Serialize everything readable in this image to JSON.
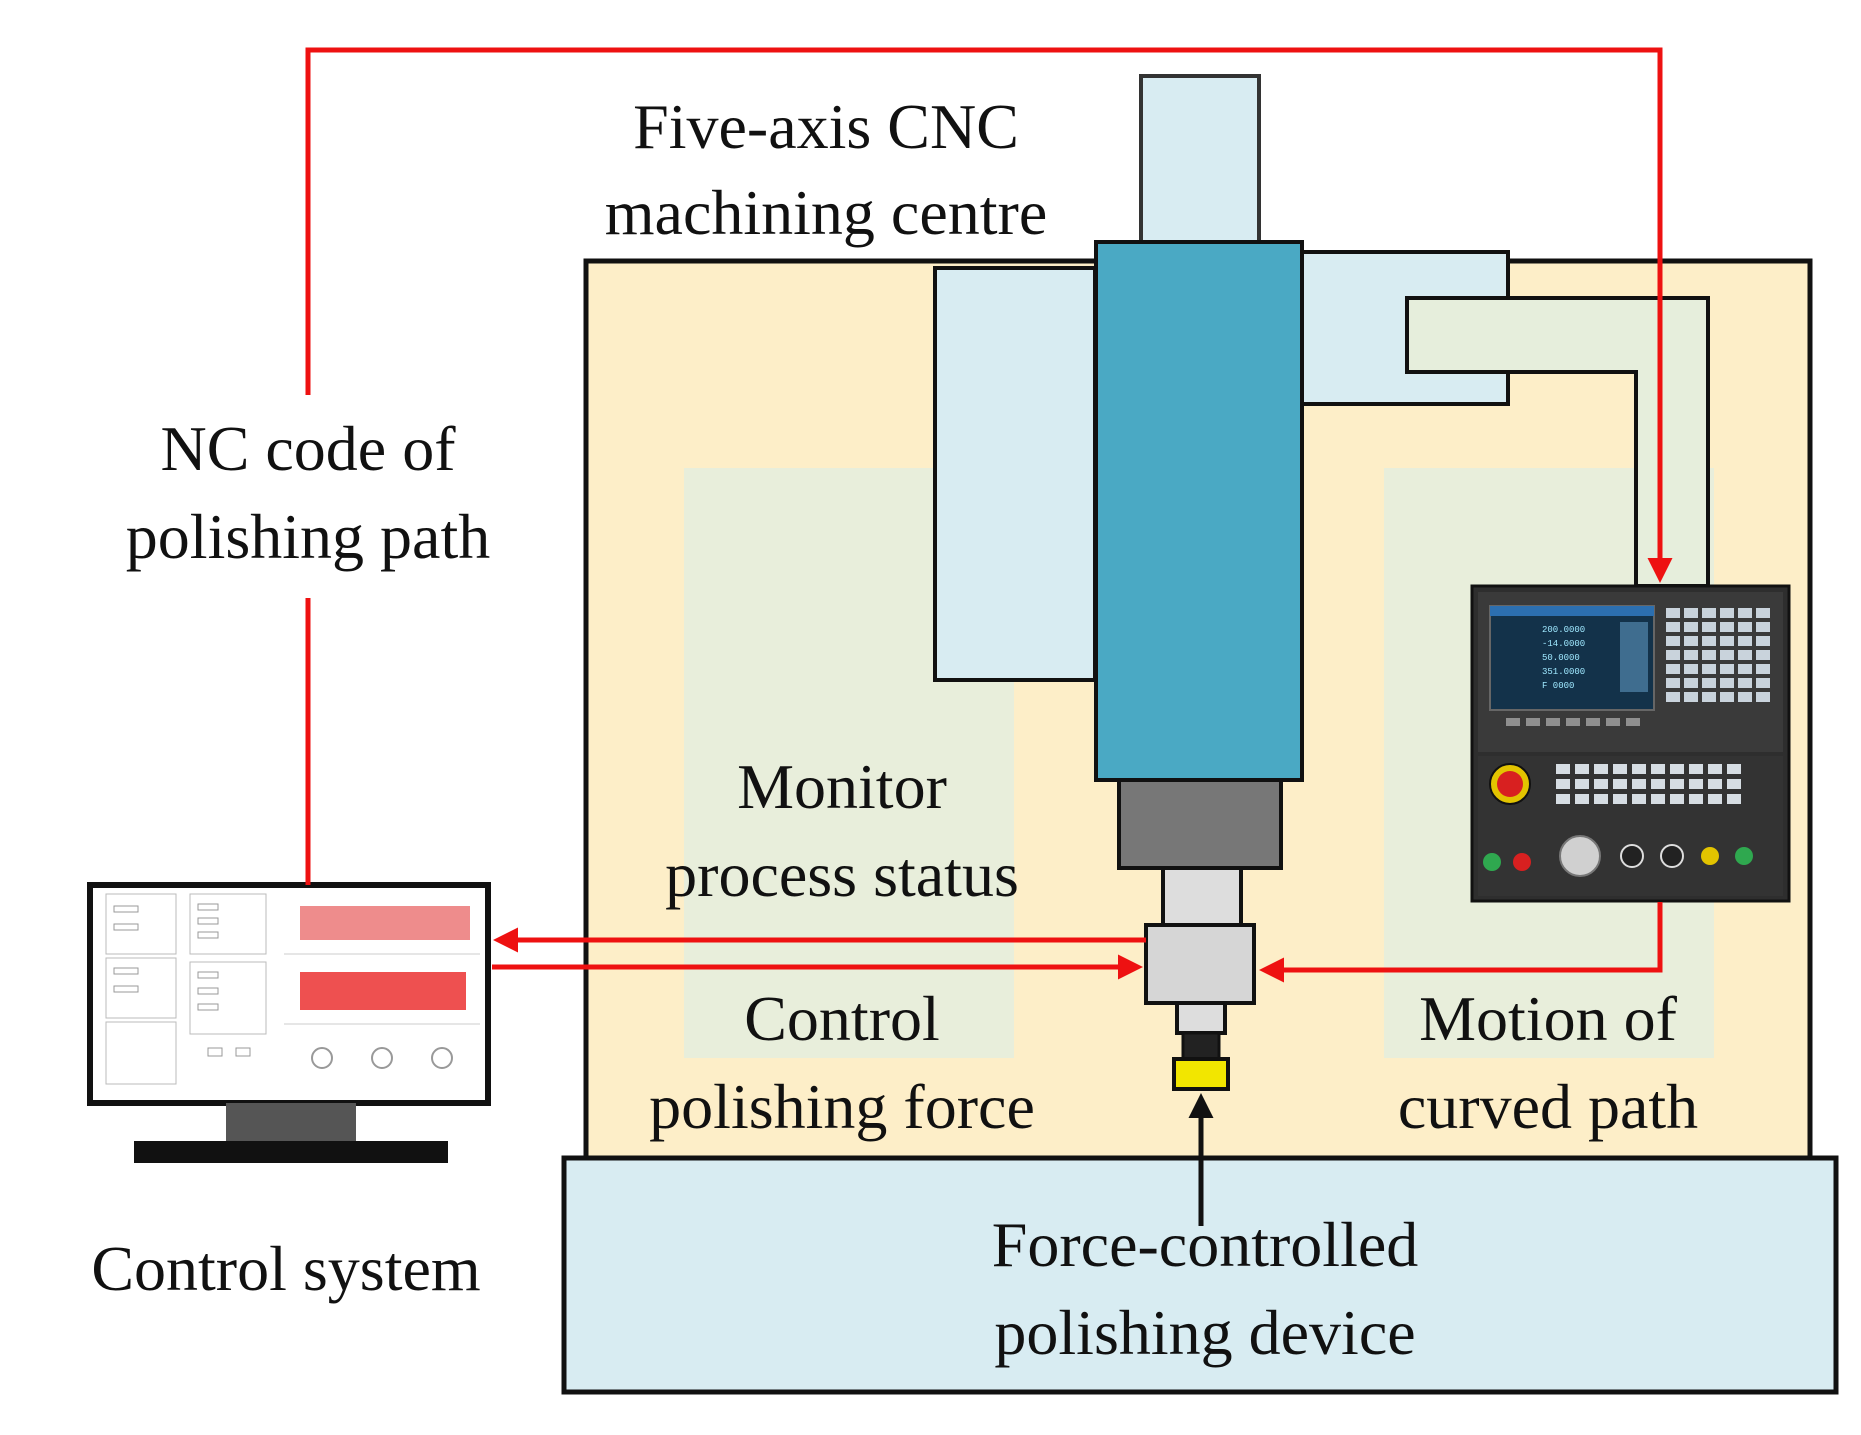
{
  "labels": {
    "cnc_title_line1": "Five-axis CNC",
    "cnc_title_line2": "machining centre",
    "nc_code_line1": "NC code of",
    "nc_code_line2": "polishing path",
    "monitor_line1": "Monitor",
    "monitor_line2": "process status",
    "control_force_line1": "Control",
    "control_force_line2": "polishing force",
    "motion_line1": "Motion of",
    "motion_line2": "curved path",
    "device_line1": "Force-controlled",
    "device_line2": "polishing device",
    "control_system": "Control system"
  },
  "cnc_screen": {
    "rows": [
      "200.0000",
      "-14.0000",
      "50.0000",
      "351.0000",
      "F 0000"
    ]
  },
  "colors": {
    "signal_arrow": "#ee1111",
    "machine_frame": "#fdeec8",
    "green_zone": "#e8eedb",
    "spindle": "#4aa9c4",
    "light_blue": "#d8ecf2",
    "tool_tip": "#f2e600",
    "panel": "#2e2e2e"
  }
}
